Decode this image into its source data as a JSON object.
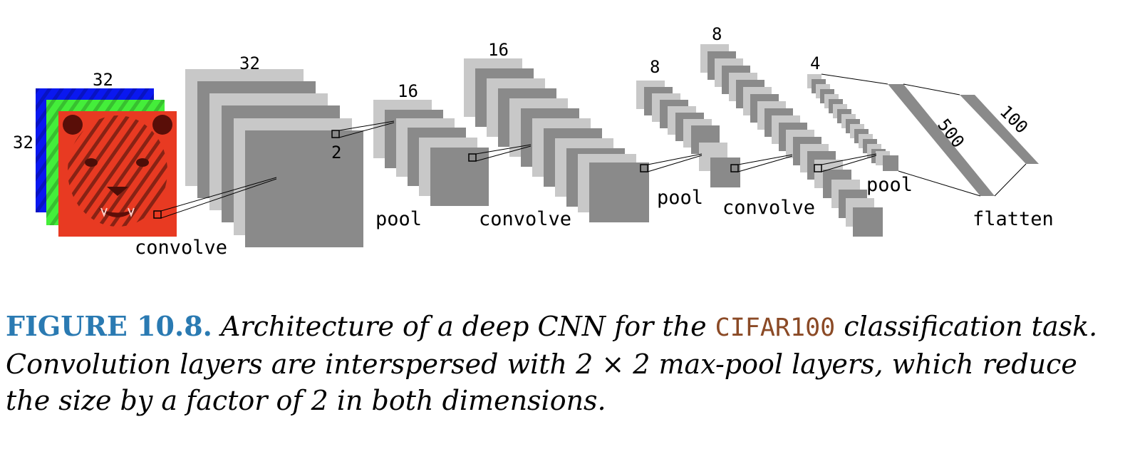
{
  "diagram": {
    "input": {
      "height_label": "32",
      "width_label": "32",
      "channel_colors": [
        "#0a18f0",
        "#44ee3a",
        "#e83a22"
      ]
    },
    "stage1": {
      "size_label": "32",
      "kernel_label": "2",
      "op_label": "convolve"
    },
    "stage2": {
      "size_label": "16",
      "op_label": "pool"
    },
    "stage3": {
      "size_label": "16",
      "op_label": "convolve"
    },
    "stage4": {
      "size_label": "8",
      "op_label": "pool"
    },
    "stage5": {
      "size_label": "8",
      "op_label": "convolve"
    },
    "stage6": {
      "size_label": "4",
      "op_label": "pool"
    },
    "dense": {
      "layer1_label": "500",
      "layer2_label": "100",
      "op_label": "flatten"
    },
    "colors": {
      "map_light": "#c8c8c8",
      "map_dark": "#8a8a8a"
    }
  },
  "caption": {
    "label": "FIGURE 10.8.",
    "text_before": " Architecture of a deep CNN for the ",
    "dataset": "CIFAR100",
    "text_after": " classification task. Convolution layers are interspersed with 2 × 2 max-pool layers, which reduce the size by a factor of 2 in both dimensions."
  }
}
